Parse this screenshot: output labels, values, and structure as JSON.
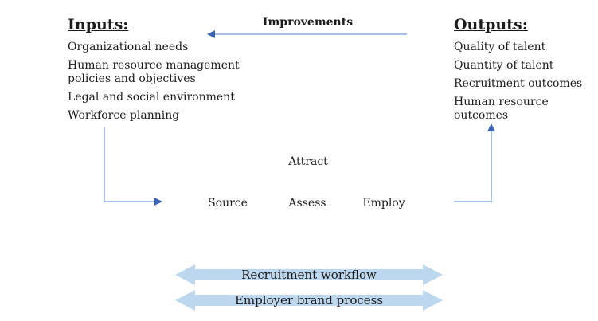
{
  "diagram": {
    "inputs": {
      "title": "Inputs:",
      "items": [
        "Organizational needs",
        "Human resource management policies and objectives",
        "Legal and social environment",
        "Workforce planning"
      ]
    },
    "outputs": {
      "title": "Outputs:",
      "items": [
        "Quality of talent",
        "Quantity of talent",
        "Recruitment outcomes",
        "Human resource outcomes"
      ]
    },
    "feedback": {
      "label": "Improvements"
    },
    "stages": {
      "attract": "Attract",
      "source": "Source",
      "assess": "Assess",
      "employ": "Employ"
    },
    "bottom_arrows": {
      "workflow": "Recruitment workflow",
      "brand": "Employer brand process"
    },
    "colors": {
      "band": "#BDD7EE",
      "connector_line": "#A6C1E6",
      "arrowhead": "#3B66B4",
      "text": "#1B1B1B"
    }
  }
}
